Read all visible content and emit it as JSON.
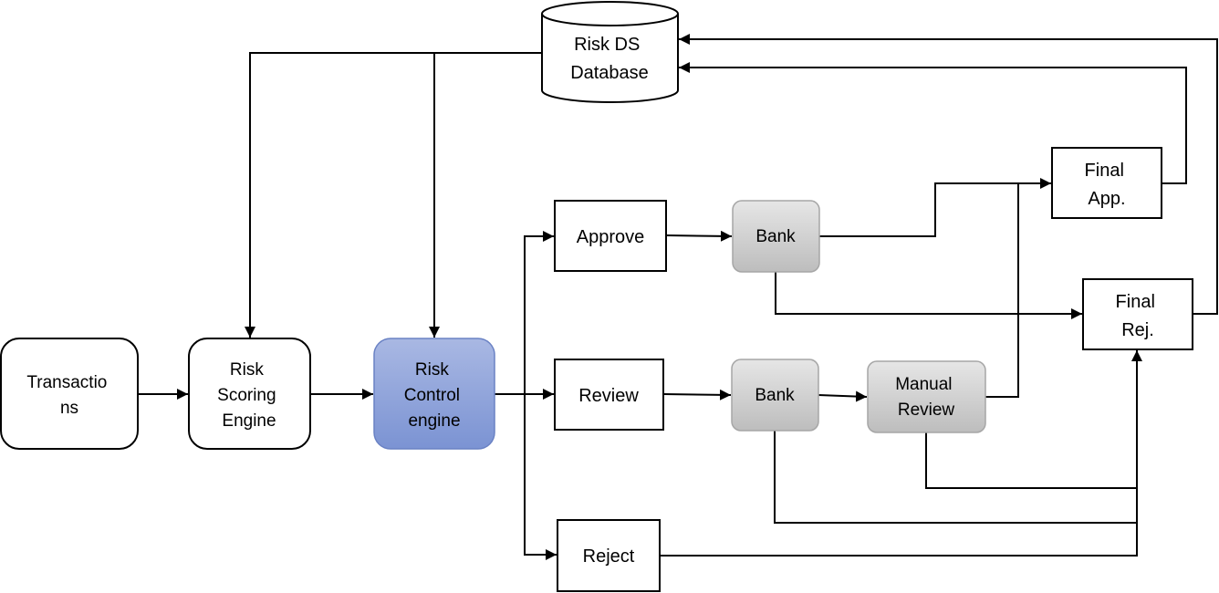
{
  "nodes": {
    "database": {
      "lines": [
        "Risk DS",
        "Database"
      ]
    },
    "transactions": {
      "lines": [
        "Transactio",
        "ns"
      ]
    },
    "scoring": {
      "lines": [
        "Risk",
        "Scoring",
        "Engine"
      ]
    },
    "control": {
      "lines": [
        "Risk",
        "Control",
        "engine"
      ]
    },
    "approve": {
      "lines": [
        "Approve"
      ]
    },
    "review": {
      "lines": [
        "Review"
      ]
    },
    "reject": {
      "lines": [
        "Reject"
      ]
    },
    "bank_approve": {
      "lines": [
        "Bank"
      ]
    },
    "bank_review": {
      "lines": [
        "Bank"
      ]
    },
    "manual_review": {
      "lines": [
        "Manual",
        "Review"
      ]
    },
    "final_app": {
      "lines": [
        "Final",
        "App."
      ]
    },
    "final_rej": {
      "lines": [
        "Final",
        "Rej."
      ]
    }
  },
  "colors": {
    "control_fill_top": "#a9b8e3",
    "control_fill_bottom": "#7b93d3",
    "bank_fill_top": "#e6e6e6",
    "bank_fill_bottom": "#bdbdbd",
    "stroke": "#000000"
  }
}
